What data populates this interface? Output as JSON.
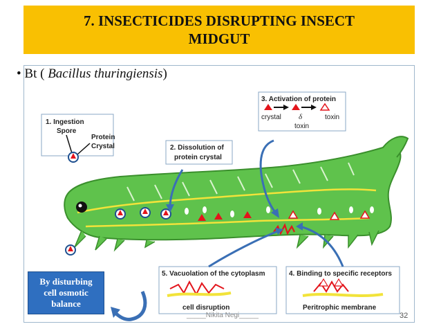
{
  "slide": {
    "title_line1": "7. INSECTICIDES DISRUPTING INSECT",
    "title_line2": "MIDGUT",
    "bullet_prefix": "Bt (",
    "bullet_italic": "Bacillus thuringiensis",
    "bullet_suffix": ")",
    "footer": "_____Nikita Negi_____",
    "page_number": "32"
  },
  "diagram": {
    "step1_title": "1. Ingestion",
    "step1_spore": "Spore",
    "step1_protein": "Protein",
    "step1_crystal": "Crystal",
    "step2_line1": "2. Dissolution of",
    "step2_line2": "protein crystal",
    "step3_title": "3. Activation of protein",
    "step3_crystal": "crystal",
    "step3_delta": "δ",
    "step3_toxin": "toxin",
    "step3_toxin2": "toxin",
    "step5_title": "5. Vacuolation of the cytoplasm",
    "step5_label": "cell disruption",
    "step4_title": "4. Binding to specific receptors",
    "step4_label": "Peritrophic membrane"
  },
  "side_box": {
    "line1": "By  disturbing",
    "line2": "cell osmotic",
    "line3": "balance"
  },
  "colors": {
    "title_bg": "#f9c002",
    "caterpillar": "#5fc24c",
    "side_box": "#2f6fc0",
    "arrow": "#3a6fb5",
    "crystal": "#e3141b"
  }
}
